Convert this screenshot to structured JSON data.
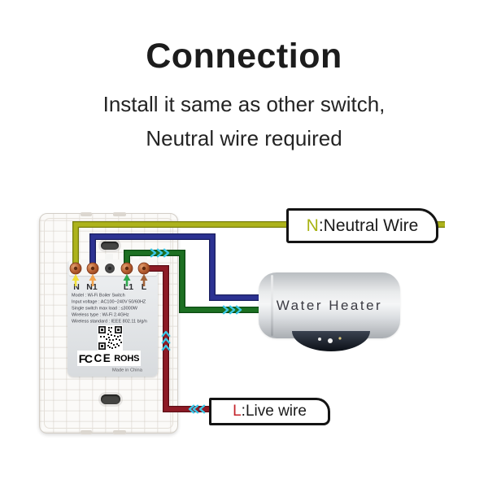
{
  "header": {
    "title": "Connection",
    "subtitle_line1": "Install it same as other switch,",
    "subtitle_line2": "Neutral wire required"
  },
  "switch_device": {
    "terminals": [
      "N",
      "N1",
      "L1",
      "L"
    ],
    "spec_lines": [
      "Model : Wi-Fi Boiler Switch",
      "Input voltage : AC100~240V 50/60HZ",
      "Single switch max load : ≤3000W",
      "Wireless type : Wi-Fi 2.4GHz",
      "Wireless standard : IEEE 802.11 b/g/n"
    ],
    "certification_marks": [
      "FC",
      "CE",
      "ROHS"
    ],
    "made_in": "Made in China"
  },
  "wire_labels": {
    "neutral": {
      "letter": "N",
      "separator": ":",
      "name": "Neutral Wire"
    },
    "live": {
      "letter": "L",
      "separator": ":",
      "name": "Live wire"
    }
  },
  "water_heater": {
    "label": "Water Heater"
  },
  "colors": {
    "neutral_wire": "#adb31c",
    "n1_wire": "#2c3292",
    "l1_wire": "#1d7022",
    "live_wire": "#8e1b26",
    "flow_chevron": "#3ac8e8",
    "neutral_letter": "#a8b313",
    "live_letter": "#c4232a"
  }
}
